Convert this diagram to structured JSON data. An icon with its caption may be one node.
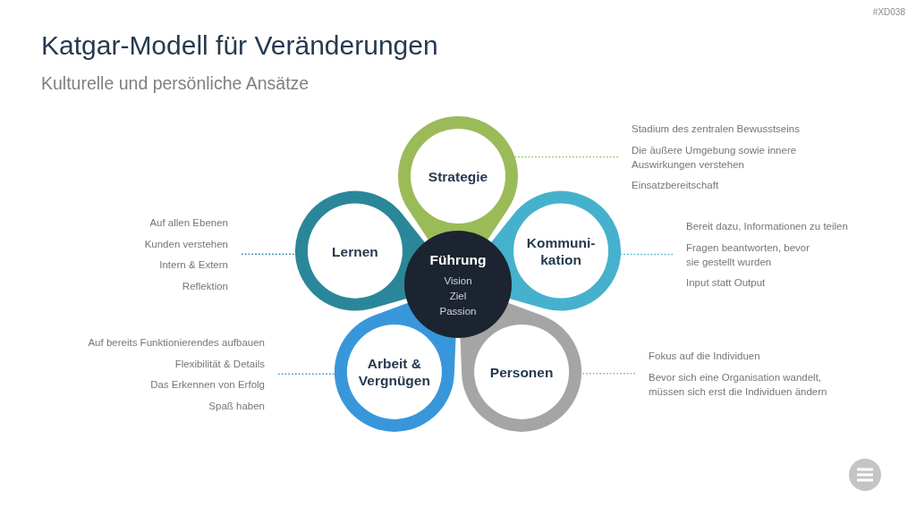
{
  "diagram": {
    "title": "Katgar-Modell für Veränderungen",
    "nodes": [
      {
        "text": [
          "Strategie"
        ]
      },
      {
        "text": [
          "Lernen"
        ]
      },
      {
        "text": [
          "Führung",
          "Vision",
          "Ziel",
          "Passion"
        ]
      },
      {
        "text": [
          "Kommuni- kation"
        ]
      },
      {
        "text": [
          "Arbeit & Vergnügen"
        ]
      },
      {
        "text": [
          "Personen"
        ]
      },
      {
        "text": [
          "Stadium des zentralen Bewusstseins",
          "Die äußere Umgebung sowie innere Auswirkungen verstehen",
          "Einsatzbereitschaft"
        ]
      },
      {
        "text": [
          "Auf allen Ebenen",
          "Kunden verstehen",
          "Intern & Extern",
          "Reflektion"
        ]
      },
      {
        "text": [
          "Bereit dazu, Informationen zu teilen",
          "Fragen beantworten, bevor sie gestellt wurden",
          "Input statt Output"
        ]
      },
      {
        "text": [
          "Auf bereits Funktionierendes aufbauen",
          "Flexibilität & Details",
          "Das Erkennen von Erfolg",
          "Spaß haben"
        ]
      },
      {
        "text": [
          "Fokus auf die Individuen",
          "Bevor sich eine Organisation wandelt, müssen sich erst die Individuen ändern"
        ]
      }
    ],
    "edges": [
      {
        "from": 6,
        "to": 0,
        "arrow": "none",
        "style": "dashed",
        "color": "#9bbb59"
      },
      {
        "from": 7,
        "to": 1,
        "arrow": "none",
        "style": "dashed",
        "color": "#2a8799"
      },
      {
        "from": 8,
        "to": 3,
        "arrow": "none",
        "style": "dashed",
        "color": "#46b1cd"
      },
      {
        "from": 9,
        "to": 4,
        "arrow": "none",
        "style": "dashed",
        "color": "#3897db"
      },
      {
        "from": 10,
        "to": 5,
        "arrow": "none",
        "style": "dashed",
        "color": "#a5a5a5"
      }
    ],
    "labels": [
      "#XD038",
      "Kulturelle und persönliche Ansätze"
    ]
  }
}
